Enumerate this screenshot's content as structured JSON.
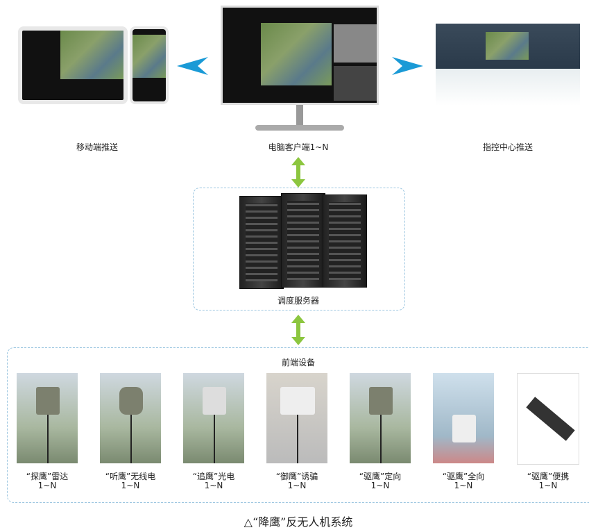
{
  "top": {
    "mobile_label": "移动端推送",
    "pc_label": "电脑客户端1~N",
    "command_label": "指控中心推送"
  },
  "server": {
    "label": "调度服务器"
  },
  "frontend": {
    "title": "前端设备",
    "devices": [
      {
        "name": "“探鹰”雷达",
        "count": "1~N"
      },
      {
        "name": "“听鹰”无线电",
        "count": "1~N"
      },
      {
        "name": "“追鹰”光电",
        "count": "1~N"
      },
      {
        "name": "“御鹰”诱骗",
        "count": "1~N"
      },
      {
        "name": "“驱鹰”定向",
        "count": "1~N"
      },
      {
        "name": "“驱鹰”全向",
        "count": "1~N"
      },
      {
        "name": "“驱鹰”便携",
        "count": "1~N"
      }
    ]
  },
  "caption": "△“降鹰”反无人机系统",
  "colors": {
    "arrow_blue": "#1a9ad6",
    "arrow_green": "#8cc63f",
    "dash_border": "#9cc6e0"
  }
}
